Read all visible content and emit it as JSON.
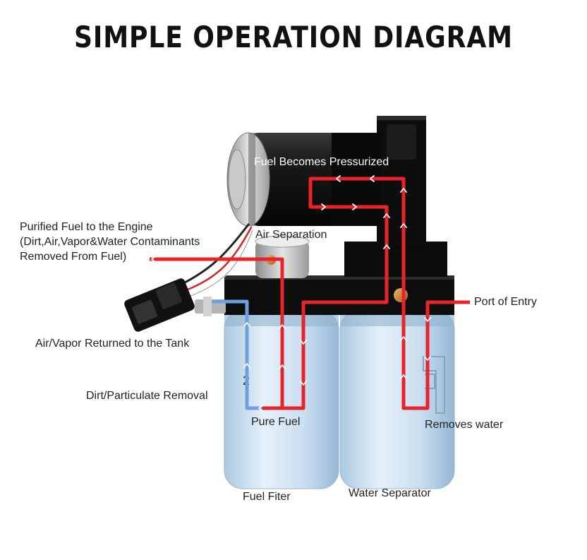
{
  "title": "SIMPLE OPERATION DIAGRAM",
  "labels": {
    "fuel_pressurized": "Fuel Becomes Pressurized",
    "purified_1": "Purified Fuel to the Engine",
    "purified_2": "(Dirt,Air,Vapor&Water Contaminants",
    "purified_3": "Removed From Fuel)",
    "air_separation": "Air Separation",
    "port_of_entry": "Port of Entry",
    "air_vapor": "Air/Vapor Returned to the Tank",
    "dirt_removal": "Dirt/Particulate Removal",
    "pure_fuel": "Pure Fuel",
    "removes_water": "Removes water",
    "fuel_filter": "Fuel Fiter",
    "water_separator": "Water Separator",
    "filter_mark": "2"
  },
  "colors": {
    "fuel_flow": "#e8232a",
    "air_flow": "#6f9fe0",
    "filter_body": "#cfe3f1",
    "housing": "#111111"
  }
}
